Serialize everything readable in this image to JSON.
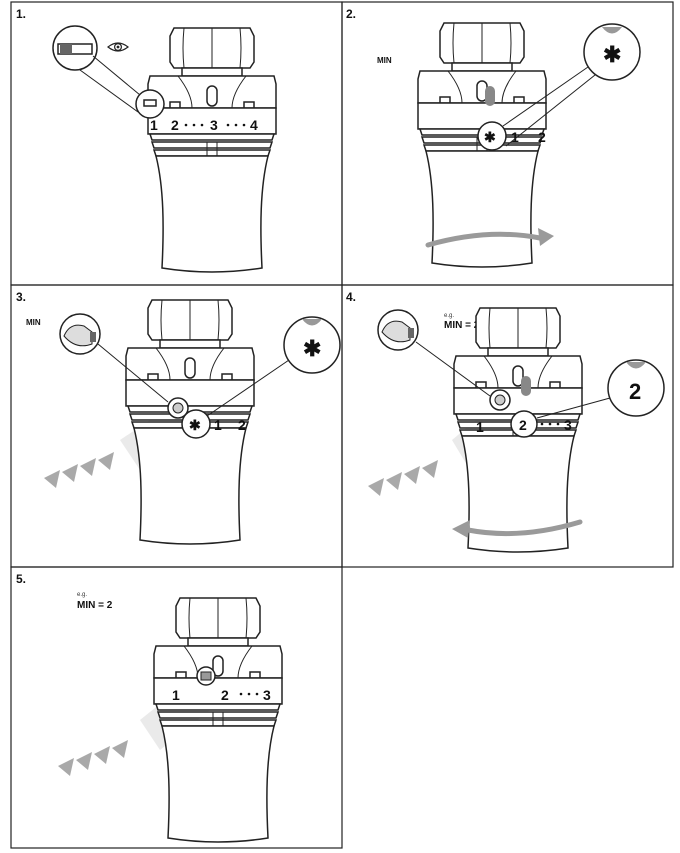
{
  "steps": [
    {
      "number": "1."
    },
    {
      "number": "2.",
      "label": "MIN"
    },
    {
      "number": "3.",
      "label": "MIN"
    },
    {
      "number": "4.",
      "eg": "e.g.",
      "label": "MIN = 2"
    },
    {
      "number": "5.",
      "eg": "e.g.",
      "label": "MIN = 2"
    }
  ],
  "dial": {
    "p1": [
      "1",
      "2",
      "3",
      "4"
    ],
    "p2": [
      "1",
      "2"
    ],
    "p3": [
      "1",
      "2"
    ],
    "p4": [
      "1",
      "2",
      "3"
    ],
    "p5": [
      "1",
      "2",
      "3"
    ]
  },
  "callouts": {
    "snowflake": "✱",
    "two": "2"
  },
  "icons": [
    "eye-icon",
    "snowflake-icon",
    "rotation-arrow-icon",
    "press-chevrons-icon",
    "finger-icon"
  ]
}
